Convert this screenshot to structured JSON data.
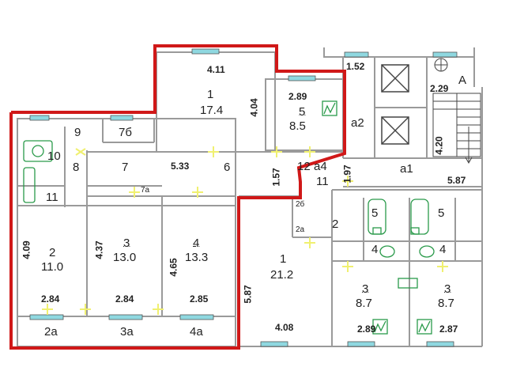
{
  "colors": {
    "wall": "#9a9a9a",
    "highlight": "#d01818",
    "window": "#8fd8e0",
    "fixture": "#2a9a4a",
    "door": "#f0f070"
  },
  "rooms": {
    "r1top": {
      "num": "1",
      "area": "17.4"
    },
    "r5": {
      "num": "5",
      "area": "8.5"
    },
    "r9": "9",
    "r10": "10",
    "r8": "8",
    "r11": "11",
    "r7": "7",
    "r7b": "7б",
    "r7a": "7а",
    "r6": "6",
    "r12": "12",
    "ra4": "а4",
    "r11b": "11",
    "ra2": "а2",
    "ra1": "а1",
    "rA": "A",
    "r2left": {
      "num": "2",
      "area": "11.0"
    },
    "r3left": {
      "num": "3",
      "area": "13.0"
    },
    "r4left": {
      "num": "4",
      "area": "13.3"
    },
    "r2a": "2а",
    "r3a": "3а",
    "r4a": "4а",
    "r1right": {
      "num": "1",
      "area": "21.2"
    },
    "r2right": "2",
    "r26": "2б",
    "r2a_right": "2а",
    "r5a": "5",
    "r5b": "5",
    "r4x": "4",
    "r4y": "4",
    "r3x": {
      "num": "3",
      "area": "8.7"
    },
    "r3y": {
      "num": "3",
      "area": "8.7"
    }
  },
  "dims": {
    "d411": "4.11",
    "d289": "2.89",
    "d152": "1.52",
    "d229": "2.29",
    "d404": "4.04",
    "d420": "4.20",
    "d533": "5.33",
    "d157": "1.57",
    "d197": "1.97",
    "d587a": "5.87",
    "d409": "4.09",
    "d437": "4.37",
    "d465": "4.65",
    "d587b": "5.87",
    "d284a": "2.84",
    "d284b": "2.84",
    "d285": "2.85",
    "d408": "4.08",
    "d289b": "2.89",
    "d287": "2.87"
  }
}
